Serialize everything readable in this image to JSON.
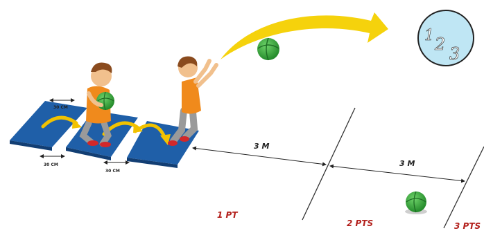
{
  "illustration": {
    "mat_gap_labels": [
      "30 CM",
      "30 CM",
      "30 CM"
    ],
    "distance_labels": [
      "3 M",
      "3 M"
    ],
    "zone_points": [
      "1 PT",
      "2 PTS",
      "3 PTS"
    ],
    "counter_badge": {
      "digits": [
        "1",
        "2",
        "3"
      ]
    },
    "colors": {
      "mat_blue": "#1f5fa8",
      "jump_arrow": "#f2c200",
      "throw_arrow": "#f5d20c",
      "ball_green": "#3aa33a",
      "shirt_orange": "#f08a1c",
      "points_red": "#b3201c",
      "badge_fill": "#bfe6f4"
    },
    "icons": [
      "jump-arrow-icon",
      "throw-arrow-icon",
      "ball-icon",
      "counter-badge-icon"
    ]
  }
}
